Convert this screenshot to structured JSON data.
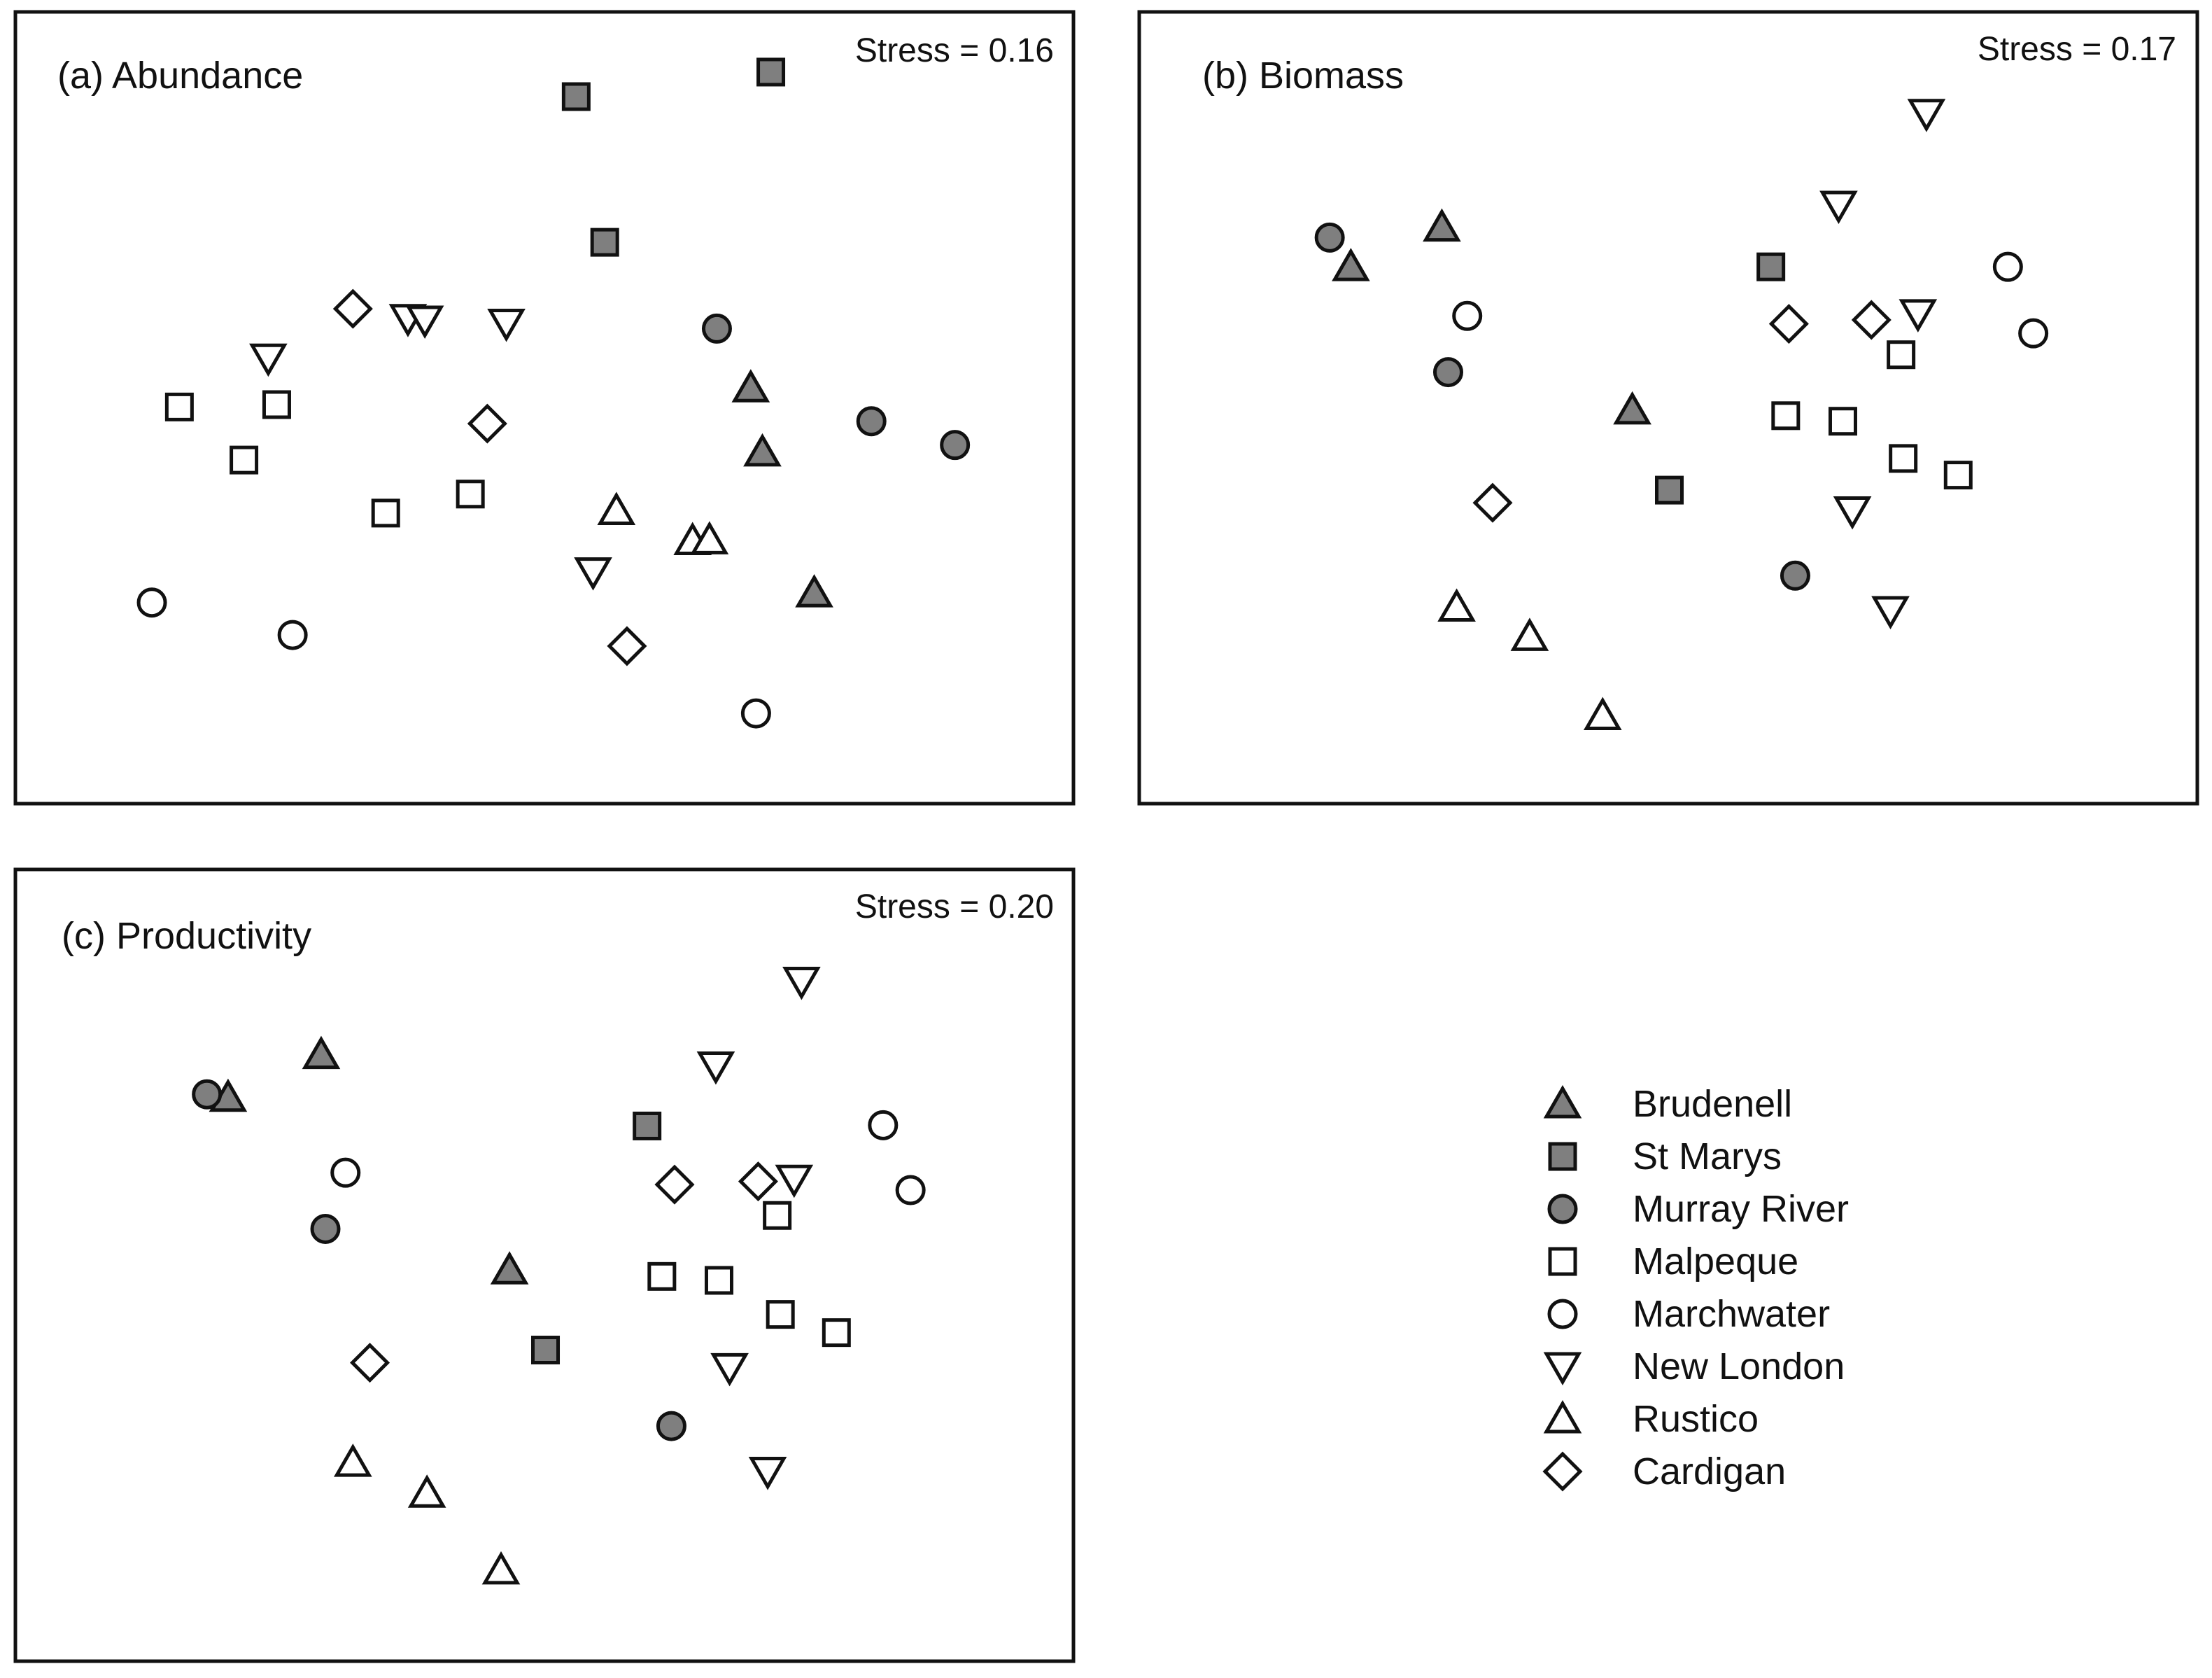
{
  "colors": {
    "filled": "#7f7f7f",
    "open": "#ffffff",
    "stroke": "#111111"
  },
  "legend": {
    "placement": "bottom-right",
    "items": [
      {
        "label": "Brudenell",
        "marker": "triangle-up",
        "fill": "filled"
      },
      {
        "label": "St Marys",
        "marker": "square",
        "fill": "filled"
      },
      {
        "label": "Murray River",
        "marker": "circle",
        "fill": "filled"
      },
      {
        "label": "Malpeque",
        "marker": "square",
        "fill": "open"
      },
      {
        "label": "Marchwater",
        "marker": "circle",
        "fill": "open"
      },
      {
        "label": "New London",
        "marker": "triangle-down",
        "fill": "open"
      },
      {
        "label": "Rustico",
        "marker": "triangle-up",
        "fill": "open"
      },
      {
        "label": "Cardigan",
        "marker": "diamond",
        "fill": "open"
      }
    ]
  },
  "chart_data": [
    {
      "type": "scatter",
      "title": "(a) Abundance",
      "annotation": "Stress = 0.16",
      "axes_visible": false,
      "grid": false,
      "xlim": [
        0,
        100
      ],
      "ylim": [
        0,
        100
      ],
      "series": [
        {
          "name": "Brudenell",
          "points": [
            [
              69.5,
              52.5
            ],
            [
              70.6,
              44.4
            ],
            [
              75.5,
              26.6
            ]
          ]
        },
        {
          "name": "St Marys",
          "points": [
            [
              71.4,
              92.4
            ],
            [
              53.0,
              89.3
            ],
            [
              55.7,
              70.9
            ]
          ]
        },
        {
          "name": "Murray River",
          "points": [
            [
              66.3,
              60.0
            ],
            [
              80.9,
              48.3
            ],
            [
              88.8,
              45.3
            ]
          ]
        },
        {
          "name": "Malpeque",
          "points": [
            [
              15.5,
              50.1
            ],
            [
              24.7,
              50.4
            ],
            [
              21.6,
              43.4
            ],
            [
              35.0,
              36.7
            ],
            [
              43.0,
              39.1
            ]
          ]
        },
        {
          "name": "Marchwater",
          "points": [
            [
              12.9,
              25.4
            ],
            [
              26.2,
              21.3
            ],
            [
              70.0,
              11.4
            ]
          ]
        },
        {
          "name": "New London",
          "points": [
            [
              23.9,
              56.3
            ],
            [
              37.1,
              61.3
            ],
            [
              38.7,
              61.1
            ],
            [
              46.4,
              60.7
            ],
            [
              54.6,
              29.3
            ]
          ]
        },
        {
          "name": "Rustico",
          "points": [
            [
              56.8,
              37.0
            ],
            [
              64.0,
              33.2
            ],
            [
              65.6,
              33.3
            ]
          ]
        },
        {
          "name": "Cardigan",
          "points": [
            [
              31.9,
              62.5
            ],
            [
              44.6,
              48.0
            ],
            [
              57.8,
              19.9
            ]
          ]
        }
      ]
    },
    {
      "type": "scatter",
      "title": "(b) Biomass",
      "annotation": "Stress = 0.17",
      "axes_visible": false,
      "grid": false,
      "xlim": [
        0,
        100
      ],
      "ylim": [
        0,
        100
      ],
      "series": [
        {
          "name": "Brudenell",
          "points": [
            [
              20.0,
              67.8
            ],
            [
              28.6,
              72.8
            ],
            [
              46.6,
              49.7
            ]
          ]
        },
        {
          "name": "St Marys",
          "points": [
            [
              59.7,
              67.8
            ],
            [
              50.1,
              39.6
            ]
          ]
        },
        {
          "name": "Murray River",
          "points": [
            [
              18.0,
              71.5
            ],
            [
              29.2,
              54.5
            ],
            [
              62.0,
              28.8
            ]
          ]
        },
        {
          "name": "Malpeque",
          "points": [
            [
              72.0,
              56.7
            ],
            [
              61.1,
              49.0
            ],
            [
              66.5,
              48.3
            ],
            [
              72.2,
              43.6
            ],
            [
              77.4,
              41.5
            ]
          ]
        },
        {
          "name": "Marchwater",
          "points": [
            [
              31.0,
              61.6
            ],
            [
              82.1,
              67.8
            ],
            [
              84.5,
              59.4
            ]
          ]
        },
        {
          "name": "New London",
          "points": [
            [
              74.4,
              87.2
            ],
            [
              66.1,
              75.6
            ],
            [
              73.6,
              61.9
            ],
            [
              67.4,
              37.0
            ],
            [
              71.0,
              24.4
            ]
          ]
        },
        {
          "name": "Rustico",
          "points": [
            [
              30.0,
              24.8
            ],
            [
              36.9,
              21.1
            ],
            [
              43.8,
              11.1
            ]
          ]
        },
        {
          "name": "Cardigan",
          "points": [
            [
              61.4,
              60.6
            ],
            [
              69.2,
              61.1
            ],
            [
              33.4,
              38.0
            ]
          ]
        }
      ]
    },
    {
      "type": "scatter",
      "title": "(c) Productivity",
      "annotation": "Stress = 0.20",
      "axes_visible": false,
      "grid": false,
      "xlim": [
        0,
        100
      ],
      "ylim": [
        0,
        100
      ],
      "series": [
        {
          "name": "Brudenell",
          "points": [
            [
              20.1,
              71.2
            ],
            [
              28.9,
              76.6
            ],
            [
              46.7,
              49.4
            ]
          ]
        },
        {
          "name": "St Marys",
          "points": [
            [
              59.7,
              67.6
            ],
            [
              50.1,
              39.3
            ]
          ]
        },
        {
          "name": "Murray River",
          "points": [
            [
              18.1,
              71.6
            ],
            [
              29.3,
              54.6
            ],
            [
              62.0,
              29.7
            ]
          ]
        },
        {
          "name": "Malpeque",
          "points": [
            [
              72.0,
              56.3
            ],
            [
              61.1,
              48.6
            ],
            [
              66.5,
              48.1
            ],
            [
              72.3,
              43.8
            ],
            [
              77.6,
              41.5
            ]
          ]
        },
        {
          "name": "Marchwater",
          "points": [
            [
              31.2,
              61.7
            ],
            [
              82.0,
              67.7
            ],
            [
              84.6,
              59.5
            ]
          ]
        },
        {
          "name": "New London",
          "points": [
            [
              74.3,
              85.9
            ],
            [
              66.2,
              75.2
            ],
            [
              73.6,
              60.9
            ],
            [
              67.5,
              37.1
            ],
            [
              71.1,
              24.0
            ]
          ]
        },
        {
          "name": "Rustico",
          "points": [
            [
              31.9,
              25.1
            ],
            [
              38.9,
              21.2
            ],
            [
              45.9,
              11.5
            ]
          ]
        },
        {
          "name": "Cardigan",
          "points": [
            [
              62.3,
              60.2
            ],
            [
              70.2,
              60.6
            ],
            [
              33.5,
              37.7
            ]
          ]
        }
      ]
    }
  ]
}
